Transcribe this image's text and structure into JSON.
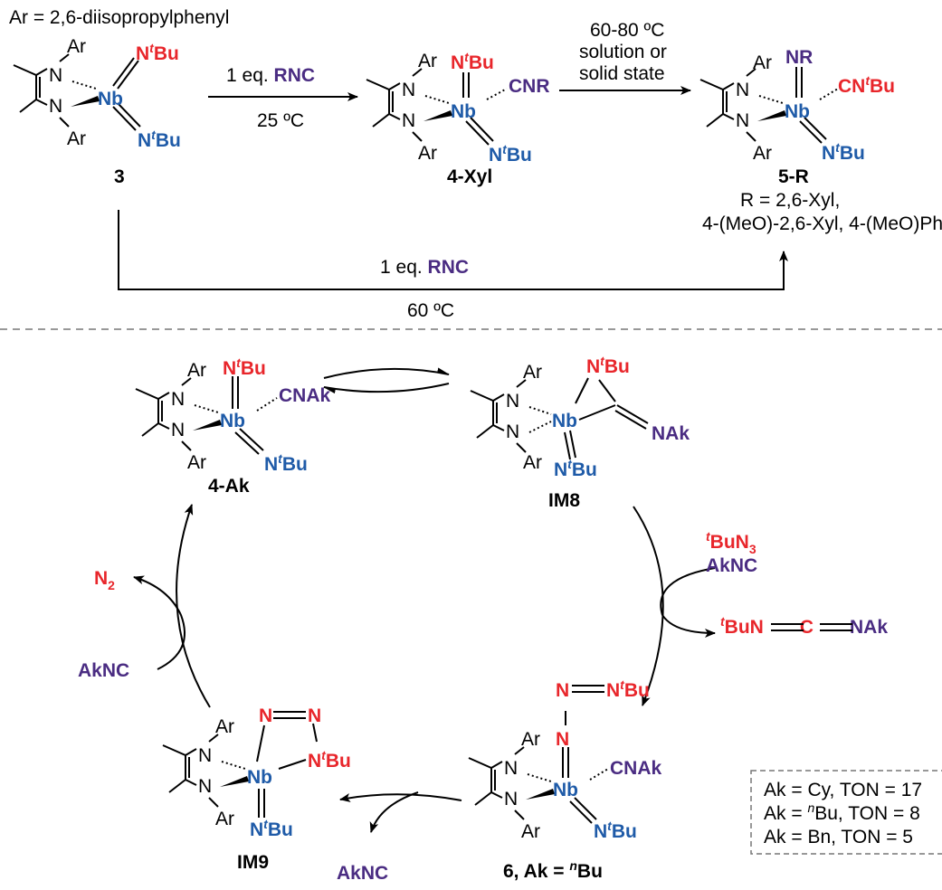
{
  "colors": {
    "red": "#e8262b",
    "blue": "#1f5ba8",
    "purple": "#4a2c82",
    "black": "#000000"
  },
  "header": {
    "ar_def": "Ar = 2,6-diisopropylphenyl"
  },
  "labels": {
    "ar": "Ar",
    "n": "N",
    "nb": "Nb",
    "tbu_prefix": "N",
    "t": "t",
    "bu": "Bu"
  },
  "top": {
    "compound3": "3",
    "arrow1_top_a": "1 eq. ",
    "arrow1_top_b": "RNC",
    "arrow1_bottom": "25 ºC",
    "compound4": "4-Xyl",
    "cnr": "CNR",
    "arrow2_line1": "60-80 ºC",
    "arrow2_line2": "solution or",
    "arrow2_line3": "solid state",
    "nr": "NR",
    "cntbu_a": "CN",
    "cntbu_b": "t",
    "cntbu_c": "Bu",
    "compound5": "5-R",
    "r_def1": "R = 2,6-Xyl,",
    "r_def2": "4-(MeO)-2,6-Xyl, 4-(MeO)Ph",
    "bottom_arrow_top_a": "1 eq. ",
    "bottom_arrow_top_b": "RNC",
    "bottom_arrow_bottom": "60 ºC"
  },
  "cycle": {
    "c4ak": "4-Ak",
    "cnak": "CNAk",
    "im8": "IM8",
    "nak": "NAk",
    "reag1_a": "t",
    "reag1_b": "BuN",
    "reag1_c": "3",
    "reag2": "AkNC",
    "prod_a": "t",
    "prod_b": "BuN",
    "prod_c": "C",
    "prod_d": "NAk",
    "azide_n1": "N",
    "azide_n2": "N",
    "c6_a": "6, Ak = ",
    "c6_b": "n",
    "c6_c": "Bu",
    "im9": "IM9",
    "akncleft": "AkNC",
    "aknc_bottom": "AkNC",
    "n2_a": "N",
    "n2_b": "2"
  },
  "legend": {
    "row1": "Ak = Cy, TON = 17",
    "row2_a": "Ak = ",
    "row2_b": "n",
    "row2_c": "Bu, TON = 8",
    "row3": "Ak = Bn, TON = 5"
  }
}
